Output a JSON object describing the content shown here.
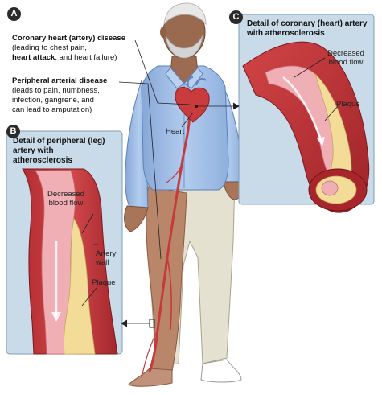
{
  "diagram": {
    "sections": {
      "a": {
        "badge": "A",
        "coronary": {
          "heading": "Coronary heart (artery) disease",
          "line1": "(leading to chest pain,",
          "line2_bold": "heart attack",
          "line2_rest": ", and heart failure)"
        },
        "peripheral": {
          "heading": "Peripheral arterial disease",
          "line1": "(leads to pain, numbness,",
          "line2": "infection, gangrene, and",
          "line3": "can lead to amputation)"
        },
        "heart_label": "Heart"
      },
      "b": {
        "badge": "B",
        "title_line1": "Detail of peripheral (leg)",
        "title_line2": "artery with",
        "title_line3": "atherosclerosis",
        "flow_line1": "Decreased",
        "flow_line2": "blood flow",
        "wall_line1": "Artery",
        "wall_line2": "wall",
        "plaque": "Plaque"
      },
      "c": {
        "badge": "C",
        "title_line1": "Detail of coronary (heart) artery",
        "title_line2": "with atherosclerosis",
        "flow_line1": "Decreased",
        "flow_line2": "blood flow",
        "plaque": "Plaque"
      }
    },
    "colors": {
      "panel": "#c9dbe8",
      "panel_border": "#7f9cb3",
      "artery_red": "#c0393b",
      "artery_pink": "#f0aeb5",
      "plaque_yellow": "#f2dc98",
      "shirt": "#9fbde6",
      "pants": "#e6e2d2",
      "skin": "#b07d62"
    }
  }
}
